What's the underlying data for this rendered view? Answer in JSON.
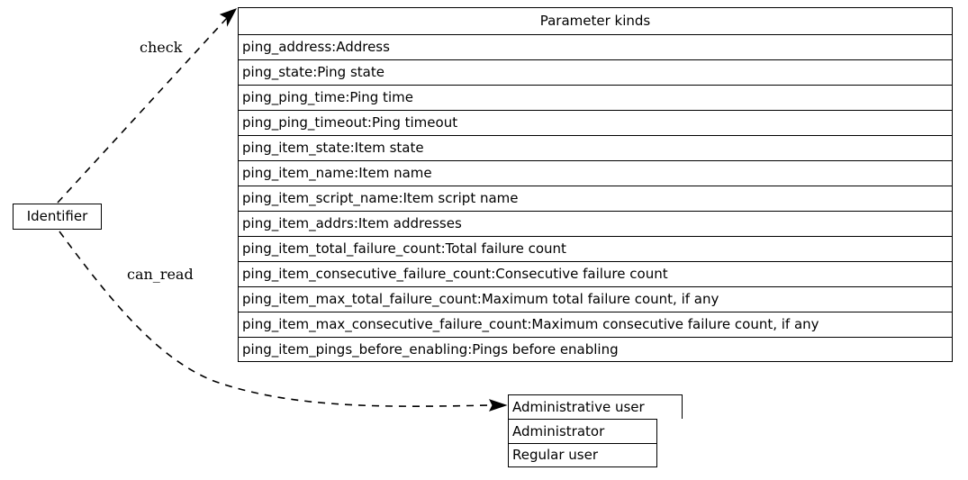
{
  "diagram": {
    "type": "record-graph",
    "background": "#ffffff",
    "line_color": "#000000",
    "text_color": "#000000"
  },
  "nodes": {
    "identifier": {
      "label": "Identifier"
    },
    "parameter_kinds": {
      "title": "Parameter kinds",
      "rows": [
        "ping_address:Address",
        "ping_state:Ping state",
        "ping_ping_time:Ping time",
        "ping_ping_timeout:Ping timeout",
        "ping_item_state:Item state",
        "ping_item_name:Item name",
        "ping_item_script_name:Item script name",
        "ping_item_addrs:Item addresses",
        "ping_item_total_failure_count:Total failure count",
        "ping_item_consecutive_failure_count:Consecutive failure count",
        "ping_item_max_total_failure_count:Maximum total failure count, if any",
        "ping_item_max_consecutive_failure_count:Maximum consecutive failure count, if any",
        "ping_item_pings_before_enabling:Pings before enabling"
      ]
    },
    "administrative_user": {
      "title": "Administrative user",
      "rows": [
        "Administrator",
        "Regular user"
      ]
    }
  },
  "edges": [
    {
      "id": "check",
      "label": "check",
      "from": "identifier",
      "to": "parameter_kinds",
      "style": "dashed",
      "arrow": "normal"
    },
    {
      "id": "can_read",
      "label": "can_read",
      "from": "identifier",
      "to": "administrative_user",
      "style": "dashed",
      "arrow": "normal"
    }
  ]
}
